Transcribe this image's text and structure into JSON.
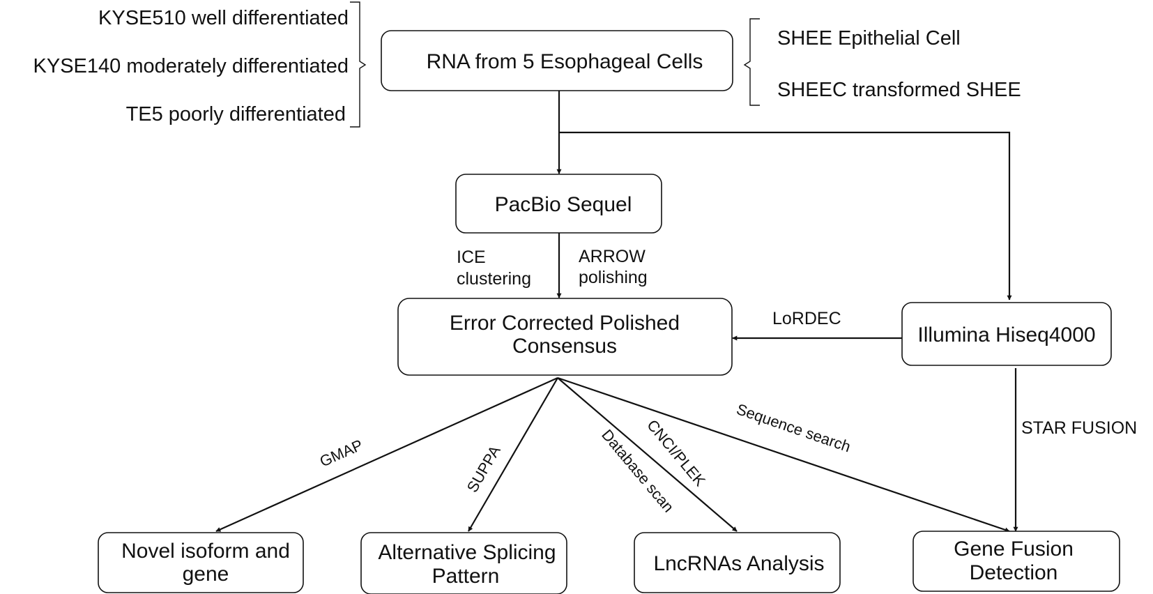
{
  "left_group": {
    "item1": "KYSE510 well differentiated",
    "item2": "KYSE140 moderately differentiated",
    "item3": "TE5 poorly differentiated"
  },
  "right_group": {
    "item1": "SHEE Epithelial Cell",
    "item2": "SHEEC transformed SHEE"
  },
  "nodes": {
    "rna": "RNA from 5 Esophageal Cells",
    "pacbio": "PacBio Sequel",
    "ecpc_line1": "Error Corrected Polished",
    "ecpc_line2": "Consensus",
    "illumina": "Illumina Hiseq4000",
    "novel_line1": "Novel isoform and",
    "novel_line2": "gene",
    "alt_line1": "Alternative Splicing",
    "alt_line2": "Pattern",
    "lnc": "LncRNAs  Analysis",
    "fusion_line1": "Gene Fusion",
    "fusion_line2": "Detection"
  },
  "edge_labels": {
    "ice_line1": "ICE",
    "ice_line2": "clustering",
    "arrow_line1": "ARROW",
    "arrow_line2": "polishing",
    "lordec": "LoRDEC",
    "gmap": "GMAP",
    "suppa": "SUPPA",
    "database_scan": "Database scan",
    "cnci_plek": "CNCI/PLEK",
    "sequence_search": "Sequence search",
    "star_fusion": "STAR FUSION"
  }
}
